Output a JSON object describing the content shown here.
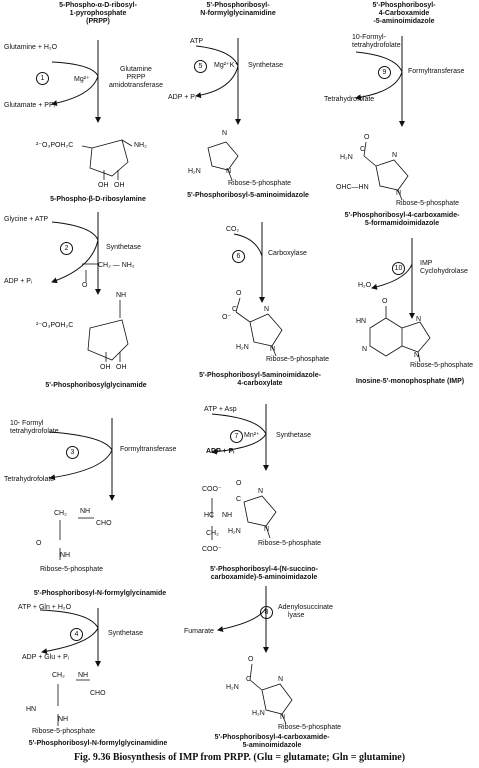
{
  "col1": {
    "prpp_title": [
      "5-Phospho-α-D-ribosyl-",
      "1-pyrophosphate",
      "(PRPP)"
    ],
    "step1": {
      "num": "1",
      "in": "Glutamine + H₂O",
      "cofactor": "Mg²⁺",
      "enzyme": [
        "Glutamine",
        "PRPP",
        "amidotransferase"
      ],
      "out": "Glutamate + PPᵢ"
    },
    "prib_struct": {
      "phosphate": "²⁻O₃POH₂C",
      "nh2": "NH₂",
      "oh1": "OH",
      "oh2": "OH"
    },
    "prib_name": "5-Phospho-β-D-ribosylamine",
    "step2": {
      "num": "2",
      "in": "Glycine + ATP",
      "enzyme": "Synthetase",
      "out": "ADP + Pᵢ"
    },
    "gar_struct": {
      "chain": "CH₂ — NH₂",
      "o": "O",
      "nh": "NH",
      "phosphate": "²⁻O₃POH₂C",
      "oh1": "OH",
      "oh2": "OH"
    },
    "gar_name": "5'-Phosphoribosylglycinamide",
    "step3": {
      "num": "3",
      "in": [
        "10- Formyl",
        "tetrahydrofolate"
      ],
      "enzyme": "Formyltransferase",
      "out": "Tetrahydrofolate"
    },
    "fgar_struct": {
      "ch2": "CH₂",
      "nh": "NH",
      "cho": "CHO",
      "o": "O",
      "nh2": "NH",
      "rib": "Ribose-5-phosphate"
    },
    "fgar_name": "5'-Phosphoribosyl-N-formylglycinamide",
    "step4": {
      "num": "4",
      "in": "ATP + Gln + H₂O",
      "enzyme": "Synthetase",
      "out": "ADP + Glu + Pᵢ"
    },
    "fgam_struct": {
      "ch2": "CH₂",
      "nh": "NH",
      "hn": "HN",
      "cho": "CHO",
      "nh2": "NH",
      "rib": "Ribose-5-phosphate"
    },
    "fgam_name": "5'-Phosphoribosyl-N-formylglycinamidine"
  },
  "col2": {
    "top_name": [
      "5'-Phosphoribosyl-",
      "N-formylglycinamidine"
    ],
    "step5": {
      "num": "5",
      "in": "ATP",
      "cofactor": "Mg²⁺K⁺",
      "enzyme": "Synthetase",
      "out": "ADP + Pᵢ"
    },
    "air_struct": {
      "n1": "N",
      "h2n": "H₂N",
      "n2": "N",
      "rib": "Ribose-5-phosphate"
    },
    "air_name": "5'-Phosphoribosyl-5-aminoimidazole",
    "step6": {
      "num": "6",
      "in": "CO₂",
      "enzyme": "Carboxylase"
    },
    "cair_struct": {
      "o": "O",
      "om": "O⁻",
      "c": "C",
      "n1": "N",
      "h2n": "H₂N",
      "n2": "N",
      "rib": "Ribose-5-phosphate"
    },
    "cair_name": [
      "5'-Phosphoribosyl-5aminoimidazole-",
      "4-carboxylate"
    ],
    "step7": {
      "num": "7",
      "in": "ATP + Asp",
      "cofactor": "Mn²⁺",
      "enzyme": "Synthetase",
      "out": "ADP + Pᵢ"
    },
    "saicar_struct": {
      "coo1": "COO⁻",
      "hc": "HC",
      "nh": "NH",
      "ch2": "CH₂",
      "coo2": "COO⁻",
      "c": "C",
      "o": "O",
      "h2n": "H₂N",
      "n": "N",
      "n2": "N",
      "rib": "Ribose-5-phosphate"
    },
    "saicar_name": [
      "5'-Phosphoribosyl-4-(N-succino-",
      "carboxamide)-5-aminoimidazole"
    ],
    "step8": {
      "num": "8",
      "enzyme": [
        "Adenylosuccinate",
        "lyase"
      ],
      "out": "Fumarate"
    },
    "aicar_struct": {
      "o": "O",
      "h2n": "H₂N",
      "c": "C",
      "n1": "N",
      "h2n2": "H₂N",
      "n2": "N",
      "rib": "Ribose-5-phosphate"
    },
    "aicar_name": [
      "5'-Phosphoribosyl-4-carboxamide-",
      "5-aminoimidazole"
    ]
  },
  "col3": {
    "top_name": [
      "5'-Phosphoribosyl-",
      "4-Carboxamide",
      "-5-aminoimidazole"
    ],
    "step9": {
      "num": "9",
      "in": [
        "10-Formyl-",
        "tetrahydrofolate"
      ],
      "enzyme": "Formyltransferase",
      "out": "Tetrahydrofolate"
    },
    "faicar_struct": {
      "o": "O",
      "h2n": "H₂N",
      "c": "C",
      "n1": "N",
      "ohc": "OHC—HN",
      "n2": "N",
      "rib": "Ribose-5-phosphate"
    },
    "faicar_name": [
      "5'-Phosphoribosyl-4-carboxamide-",
      "5-formamidoimidazole"
    ],
    "step10": {
      "num": "10",
      "enzyme": [
        "IMP",
        "Cyclohydrolase"
      ],
      "out": "H₂O"
    },
    "imp_struct": {
      "o": "O",
      "hn": "HN",
      "n1": "N",
      "n2": "N",
      "n3": "N",
      "rib": "Ribose-5-phosphate"
    },
    "imp_name": "Inosine-5'-monophosphate (IMP)"
  },
  "caption": "Fig. 9.36 Biosynthesis of IMP from PRPP. (Glu = glutamate; Gln = glutamine)"
}
